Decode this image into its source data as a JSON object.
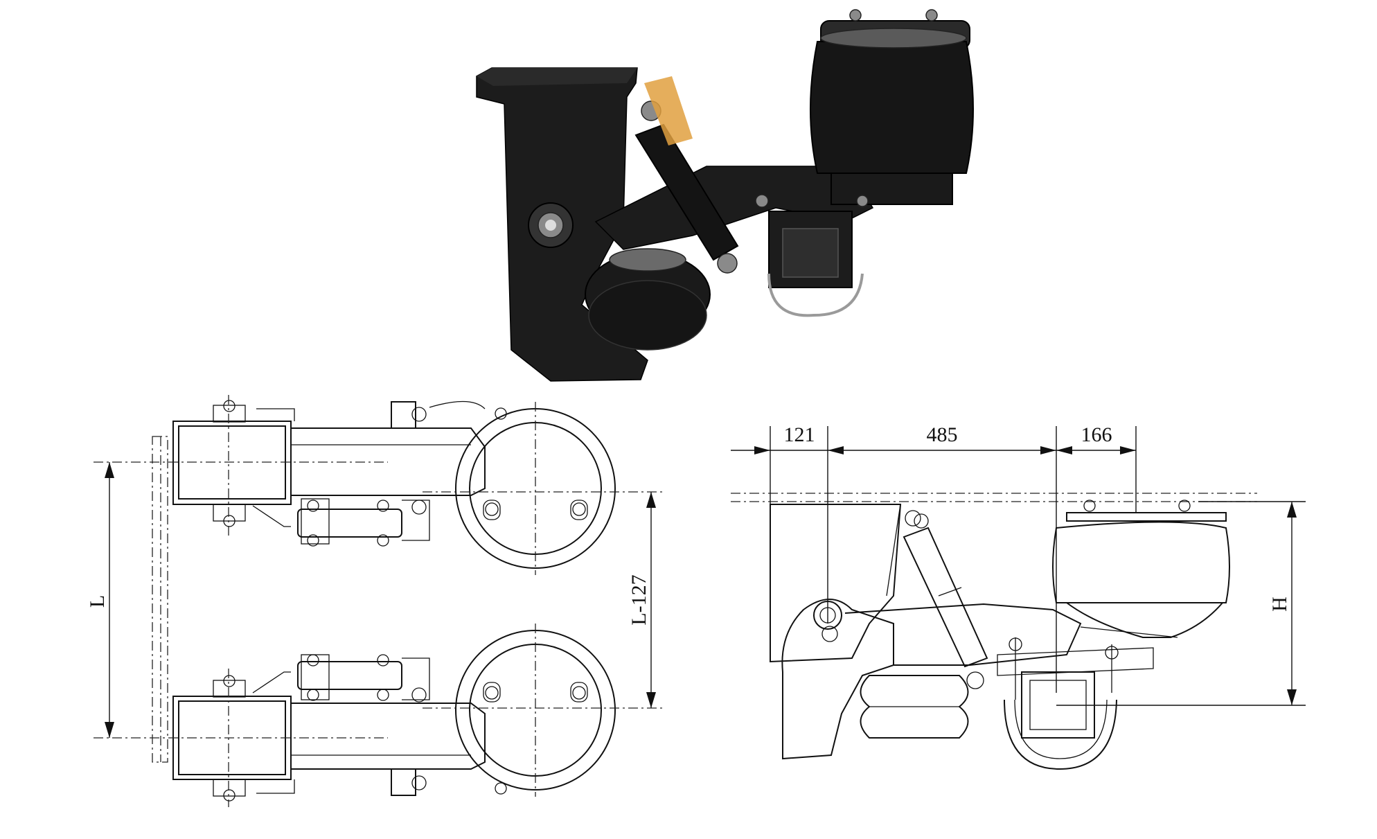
{
  "photo": {
    "subject": "air suspension assembly",
    "colors": {
      "body": "#111111",
      "bellows": "#1a1a1a",
      "highlight": "#e0a040"
    }
  },
  "plan_view": {
    "dimensions": {
      "overall": "L",
      "axle_spacing": "L-127"
    }
  },
  "side_view": {
    "dimensions": {
      "front_offset": "121",
      "main_span": "485",
      "rear_offset": "166",
      "height": "H"
    }
  }
}
